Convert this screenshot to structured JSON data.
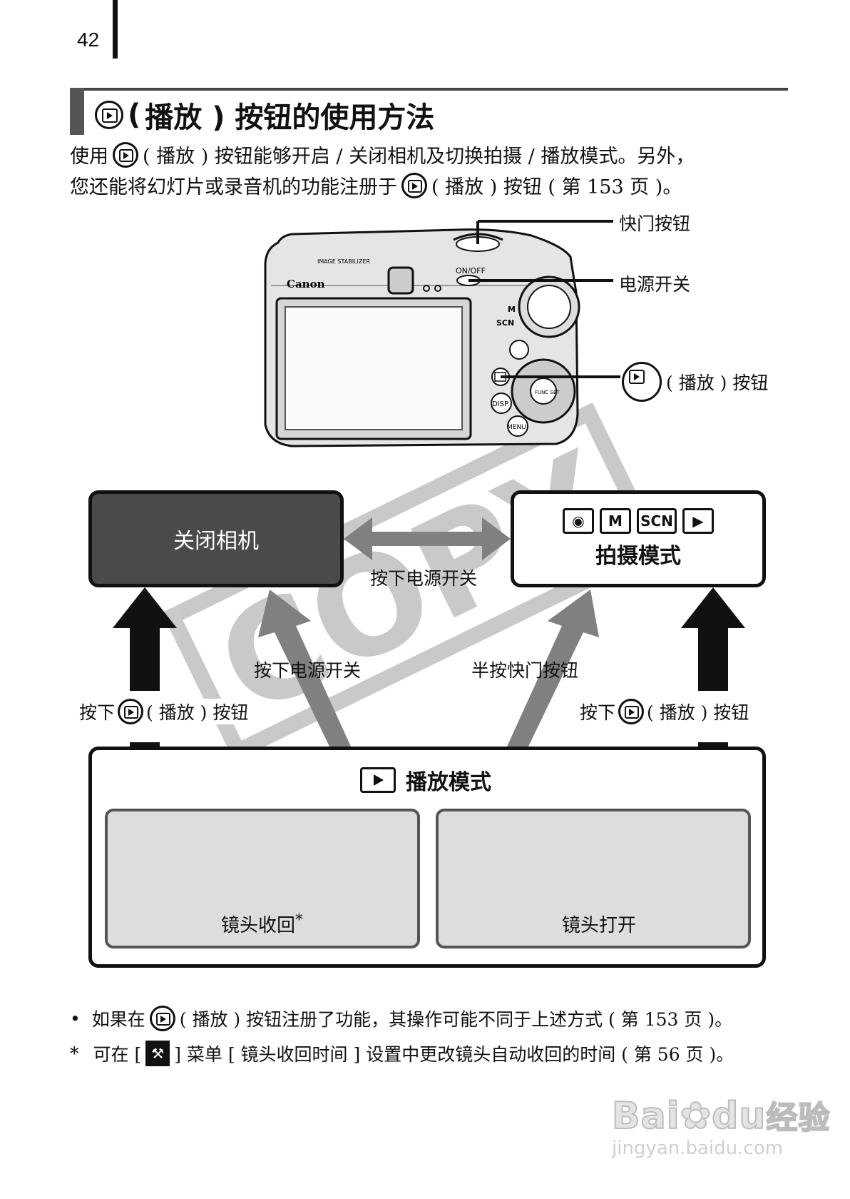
{
  "page_number": "42",
  "title": {
    "prefix": "(",
    "text": "播放 ) 按钮的使用方法"
  },
  "intro": {
    "line1_a": "使用",
    "line1_b": "( 播放 ) 按钮能够开启 / 关闭相机及切换拍摄 / 播放模式。另外，",
    "line2_a": "您还能将幻灯片或录音机的功能注册于",
    "line2_b": "( 播放 ) 按钮 ( 第 153 页 )。"
  },
  "camera": {
    "brand": "Canon",
    "stabilizer": "IMAGE STABILIZER",
    "onoff": "ON/OFF",
    "func_set": "FUNC SET",
    "disp": "DISP.",
    "menu": "MENU",
    "mode_labels": [
      "M",
      "SCN"
    ]
  },
  "callouts": {
    "shutter": "快门按钮",
    "power": "电源开关",
    "play": "( 播放 ) 按钮"
  },
  "diagram": {
    "off_box": "关闭相机",
    "shoot_box": {
      "icons": [
        "camera-icon",
        "M",
        "SCN",
        "movie-icon"
      ],
      "m_text": "M",
      "scn_text": "SCN",
      "label": "拍摄模式"
    },
    "arrow_top": "按下电源开关",
    "arrow_left_diag": "按下电源开关",
    "arrow_right_diag": "半按快门按钮",
    "left_press_a": "按下",
    "left_press_b": "( 播放 ) 按钮",
    "right_press_a": "按下",
    "right_press_b": "( 播放 ) 按钮",
    "play_box": {
      "title": "播放模式",
      "retracted": "镜头收回",
      "retracted_mark": "*",
      "extended": "镜头打开"
    },
    "watermark_text": "COPY"
  },
  "notes": {
    "bullet": "•",
    "note1_a": "如果在",
    "note1_b": "( 播放 ) 按钮注册了功能，其操作可能不同于上述方式 ( 第 153 页 )。",
    "star": "*",
    "note2_a": "可在 [",
    "note2_b": "] 菜单 [ 镜头收回时间 ] 设置中更改镜头自动收回的时间 ( 第 56 页 )。"
  },
  "site_watermark": {
    "brand": "Bai",
    "brand2": "du",
    "cn": "经验",
    "url": "jingyan.baidu.com"
  },
  "colors": {
    "dark_box": "#4a4a4a",
    "arrow_dark": "#111111",
    "arrow_grey": "#808080",
    "sub_bg": "#dddddd"
  }
}
